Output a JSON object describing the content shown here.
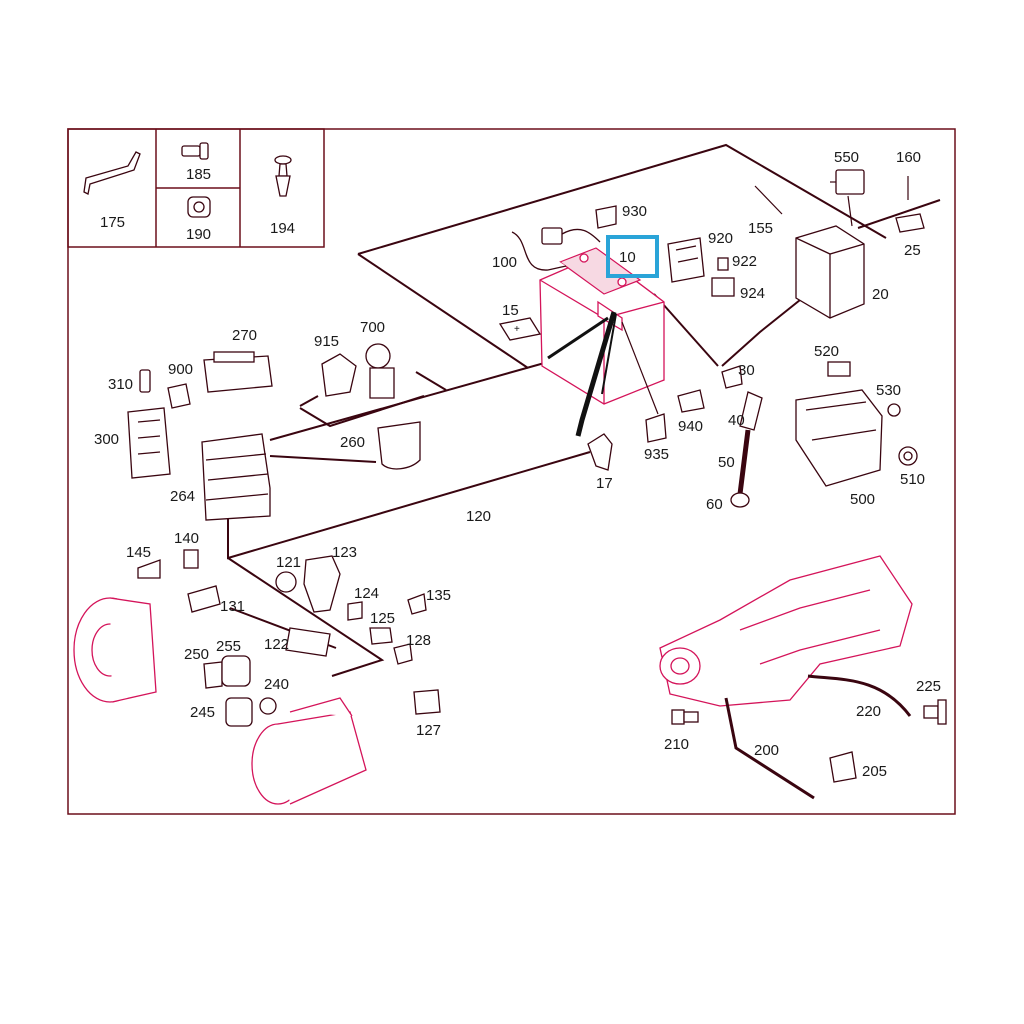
{
  "labels": {
    "p175": "175",
    "p185": "185",
    "p190": "190",
    "p194": "194",
    "p930": "930",
    "p100": "100",
    "p10": "10",
    "p920": "920",
    "p922": "922",
    "p924": "924",
    "p155": "155",
    "p550": "550",
    "p160": "160",
    "p25": "25",
    "p20": "20",
    "p15": "15",
    "p270": "270",
    "p915": "915",
    "p700": "700",
    "p900": "900",
    "p310": "310",
    "p300": "300",
    "p260": "260",
    "p264": "264",
    "p30": "30",
    "p520": "520",
    "p530": "530",
    "p40": "40",
    "p940": "940",
    "p935": "935",
    "p50": "50",
    "p510": "510",
    "p500": "500",
    "p60": "60",
    "p17": "17",
    "p120": "120",
    "p145": "145",
    "p140": "140",
    "p121": "121",
    "p123": "123",
    "p131": "131",
    "p124": "124",
    "p135": "135",
    "p125": "125",
    "p122": "122",
    "p128": "128",
    "p250": "250",
    "p255": "255",
    "p240": "240",
    "p245": "245",
    "p127": "127",
    "p225": "225",
    "p220": "220",
    "p210": "210",
    "p200": "200",
    "p205": "205"
  },
  "highlight_color": "#2aa4d8",
  "line_color": "#3a0510",
  "part_color": "#d4145a"
}
